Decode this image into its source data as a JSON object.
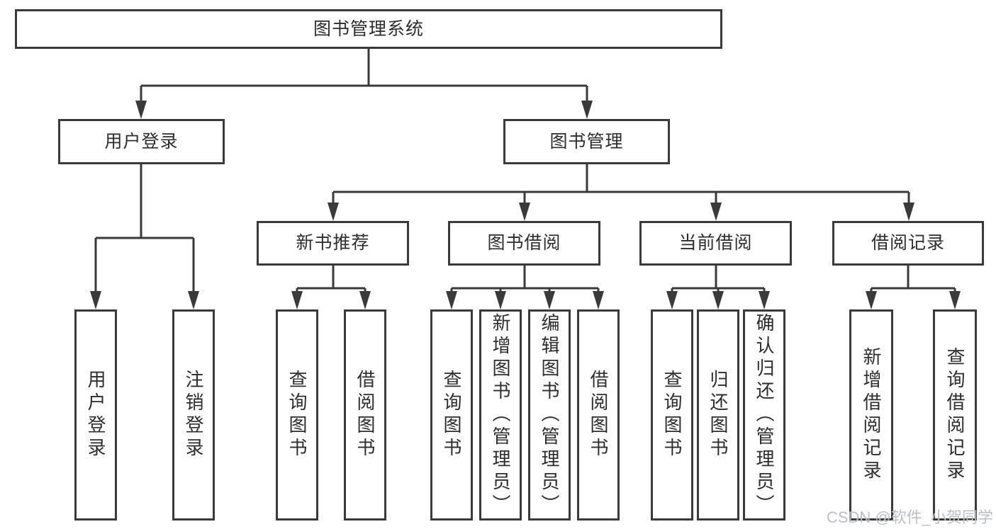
{
  "diagram": {
    "root": {
      "label": "图书管理系统"
    },
    "level2": [
      {
        "label": "用户登录"
      },
      {
        "label": "图书管理"
      }
    ],
    "level3": [
      {
        "label": "新书推荐"
      },
      {
        "label": "图书借阅"
      },
      {
        "label": "当前借阅"
      },
      {
        "label": "借阅记录"
      }
    ],
    "leaves": [
      {
        "label": "用户登录"
      },
      {
        "label": "注销登录"
      },
      {
        "label": "查询图书"
      },
      {
        "label": "借阅图书"
      },
      {
        "label": "查询图书"
      },
      {
        "label": "新增图书（管理员）"
      },
      {
        "label": "编辑图书（管理员）"
      },
      {
        "label": "借阅图书"
      },
      {
        "label": "查询图书"
      },
      {
        "label": "归还图书"
      },
      {
        "label": "确认归还（管理员）"
      },
      {
        "label": "新增借阅记录"
      },
      {
        "label": "查询借阅记录"
      }
    ],
    "watermark": {
      "text": "CSDN @软件_小贺同学"
    },
    "colors": {
      "line": "#3a3a3a",
      "box_border": "#3a3a3a",
      "label_text": "#2d2d2d",
      "watermark": "#bcc0c4",
      "background": "#ffffff"
    }
  }
}
